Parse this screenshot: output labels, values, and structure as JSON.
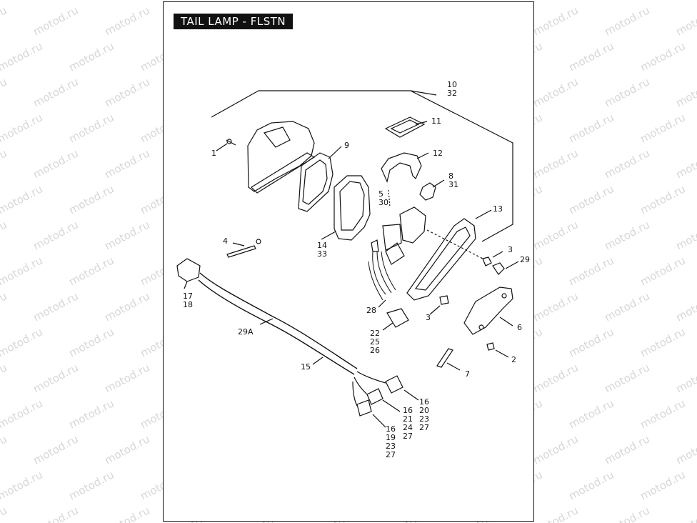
{
  "title": "TAIL LAMP - FLSTN",
  "watermark": "motod.ru",
  "callouts": [
    {
      "id": "c1",
      "lines": [
        "1"
      ]
    },
    {
      "id": "c2",
      "lines": [
        "2"
      ]
    },
    {
      "id": "c3a",
      "lines": [
        "3"
      ]
    },
    {
      "id": "c3b",
      "lines": [
        "3"
      ]
    },
    {
      "id": "c4",
      "lines": [
        "4"
      ]
    },
    {
      "id": "c5",
      "lines": [
        "5",
        "30"
      ]
    },
    {
      "id": "c6",
      "lines": [
        "6"
      ]
    },
    {
      "id": "c7",
      "lines": [
        "7"
      ]
    },
    {
      "id": "c8",
      "lines": [
        "8",
        "31"
      ]
    },
    {
      "id": "c9",
      "lines": [
        "9"
      ]
    },
    {
      "id": "c10",
      "lines": [
        "10",
        "32"
      ]
    },
    {
      "id": "c11",
      "lines": [
        "11"
      ]
    },
    {
      "id": "c12",
      "lines": [
        "12"
      ]
    },
    {
      "id": "c13",
      "lines": [
        "13"
      ]
    },
    {
      "id": "c14",
      "lines": [
        "14",
        "33"
      ]
    },
    {
      "id": "c15",
      "lines": [
        "15"
      ]
    },
    {
      "id": "c16a",
      "lines": [
        "16",
        "20",
        "23",
        "27"
      ]
    },
    {
      "id": "c16b",
      "lines": [
        "16",
        "21",
        "24",
        "27"
      ]
    },
    {
      "id": "c16c",
      "lines": [
        "16",
        "19",
        "23",
        "27"
      ]
    },
    {
      "id": "c17",
      "lines": [
        "17",
        "18"
      ]
    },
    {
      "id": "c22",
      "lines": [
        "22",
        "25",
        "26"
      ]
    },
    {
      "id": "c28",
      "lines": [
        "28"
      ]
    },
    {
      "id": "c29",
      "lines": [
        "29"
      ]
    },
    {
      "id": "c29a",
      "lines": [
        "29A"
      ]
    }
  ]
}
